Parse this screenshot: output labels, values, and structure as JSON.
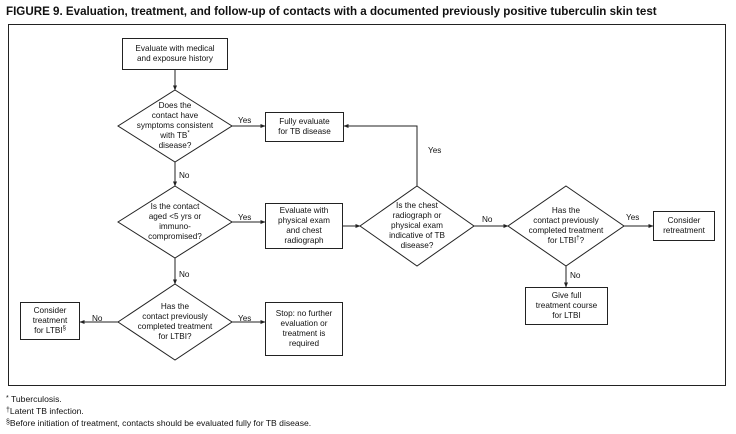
{
  "title": "FIGURE 9. Evaluation, treatment, and follow-up of contacts with a documented previously positive tuberculin skin test",
  "nodes": {
    "evaluate_history": "Evaluate with medical\nand exposure history",
    "symptoms_question": {
      "text": "Does the\ncontact have\nsymptoms consistent\nwith TB",
      "mark": "*",
      "tail": "\ndisease?"
    },
    "fully_evaluate": "Fully evaluate\nfor TB disease",
    "aged_question": "Is the contact\naged <5 yrs or\nimmuno-\ncompromised?",
    "evaluate_exam": "Evaluate with\nphysical exam\nand chest\nradiograph",
    "radiograph_question": "Is the chest\nradiograph or\nphysical exam\nindicative of TB\ndisease?",
    "prev_treatment_right": {
      "text": "Has the\ncontact previously\ncompleted treatment\nfor LTBI",
      "mark": "†",
      "tail": "?"
    },
    "consider_retreatment": "Consider\nretreatment",
    "give_full_course": "Give full\ntreatment course\nfor LTBI",
    "prev_treatment_bottom": "Has the\ncontact previously\ncompleted treatment\nfor LTBI?",
    "consider_treatment": {
      "text": "Consider\ntreatment\nfor LTBI",
      "mark": "§",
      "tail": ""
    },
    "stop": "Stop: no further\nevaluation or\ntreatment is\nrequired"
  },
  "labels": {
    "yes": "Yes",
    "no": "No"
  },
  "footnotes": [
    {
      "mark": "*",
      "text": "Tuberculosis."
    },
    {
      "mark": "†",
      "text": "Latent TB infection."
    },
    {
      "mark": "§",
      "text": "Before initiation of treatment, contacts should be evaluated fully for TB disease."
    }
  ]
}
